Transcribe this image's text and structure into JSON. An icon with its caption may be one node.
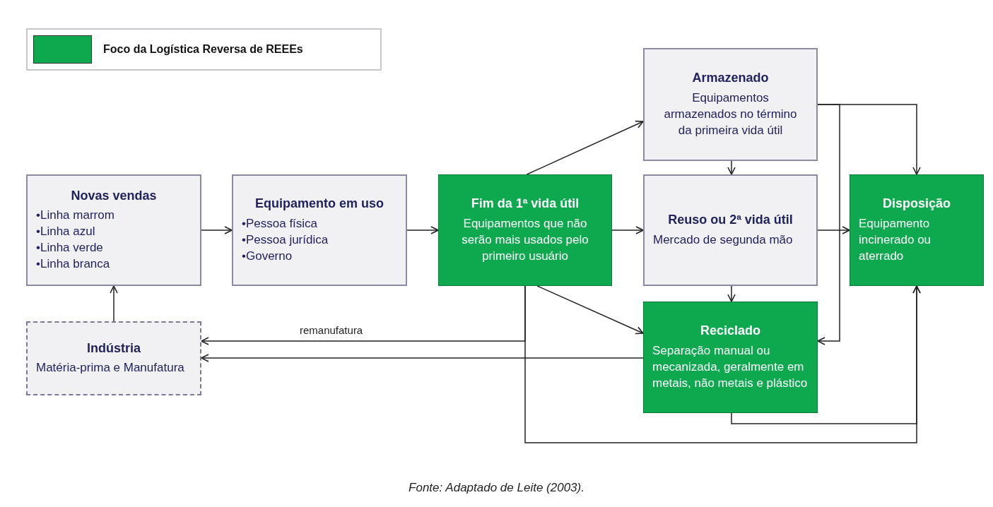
{
  "diagram": {
    "caption": "Fonte: Adaptado de Leite (2003).",
    "nodes": [
      {
        "text": [
          "Novas vendas",
          "•Linha marrom",
          "•Linha azul",
          "•Linha verde",
          "•Linha branca"
        ]
      },
      {
        "text": [
          "Equipamento em uso",
          "•Pessoa física",
          "•Pessoa jurídica",
          "•Governo"
        ]
      },
      {
        "text": [
          "Fim da 1ª vida útil",
          "Equipamentos que não serão mais usados pelo primeiro usuário"
        ]
      },
      {
        "text": [
          "Armazenado",
          "Equipamentos armazenados no término da primeira vida útil"
        ]
      },
      {
        "text": [
          "Reuso ou 2ª vida útil",
          "Mercado de segunda mão"
        ]
      },
      {
        "text": [
          "Disposição",
          "Equipamento incinerado ou aterrado"
        ]
      },
      {
        "text": [
          "Reciclado",
          "Separação manual ou mecanizada, geralmente em metais, não metais e plástico"
        ]
      },
      {
        "text": [
          "Indústria",
          "Matéria-prima e Manufatura"
        ]
      }
    ],
    "edges": [
      {
        "from": 7,
        "to": 0,
        "arrow": "to"
      },
      {
        "from": 0,
        "to": 1,
        "arrow": "to"
      },
      {
        "from": 1,
        "to": 2,
        "arrow": "to"
      },
      {
        "from": 2,
        "to": 3,
        "arrow": "to"
      },
      {
        "from": 2,
        "to": 4,
        "arrow": "to"
      },
      {
        "from": 2,
        "to": 6,
        "arrow": "to"
      },
      {
        "from": 2,
        "to": 7,
        "arrow": "to",
        "label": "remanufatura"
      },
      {
        "from": 6,
        "to": 7,
        "arrow": "to"
      },
      {
        "from": 3,
        "to": 4,
        "arrow": "to"
      },
      {
        "from": 3,
        "to": 5,
        "arrow": "to"
      },
      {
        "from": 3,
        "to": 6,
        "arrow": "to"
      },
      {
        "from": 4,
        "to": 5,
        "arrow": "to"
      },
      {
        "from": 4,
        "to": 6,
        "arrow": "to"
      },
      {
        "from": 6,
        "to": 5,
        "arrow": "to"
      },
      {
        "from": 2,
        "to": 5,
        "arrow": "to"
      }
    ],
    "legend": [
      {
        "text": "Foco da Logística Reversa de REEEs",
        "color": "#0ea84f"
      }
    ]
  }
}
